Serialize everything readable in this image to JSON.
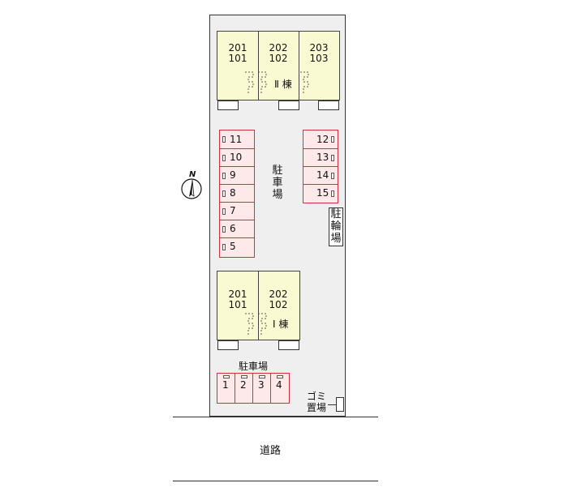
{
  "building_2": {
    "units": [
      {
        "top": "201",
        "bottom": "101"
      },
      {
        "top": "202",
        "bottom": "102"
      },
      {
        "top": "203",
        "bottom": "103"
      }
    ],
    "label": "Ⅱ 棟"
  },
  "building_1": {
    "units": [
      {
        "top": "201",
        "bottom": "101"
      },
      {
        "top": "202",
        "bottom": "102"
      }
    ],
    "label": "Ⅰ 棟"
  },
  "parking_main": {
    "label_chars": [
      "駐",
      "車",
      "場"
    ],
    "left_slots": [
      "11",
      "10",
      "9",
      "8",
      "7",
      "6",
      "5"
    ],
    "right_slots": [
      "12",
      "13",
      "14",
      "15"
    ]
  },
  "bicycle_parking": {
    "label_chars": [
      "駐",
      "輪",
      "場"
    ]
  },
  "parking_lower": {
    "label": "駐車場",
    "slots": [
      "1",
      "2",
      "3",
      "4"
    ]
  },
  "garbage": {
    "line1": "ゴミ",
    "line2": "置場"
  },
  "road": {
    "label": "道路"
  },
  "compass": {
    "label": "N"
  }
}
